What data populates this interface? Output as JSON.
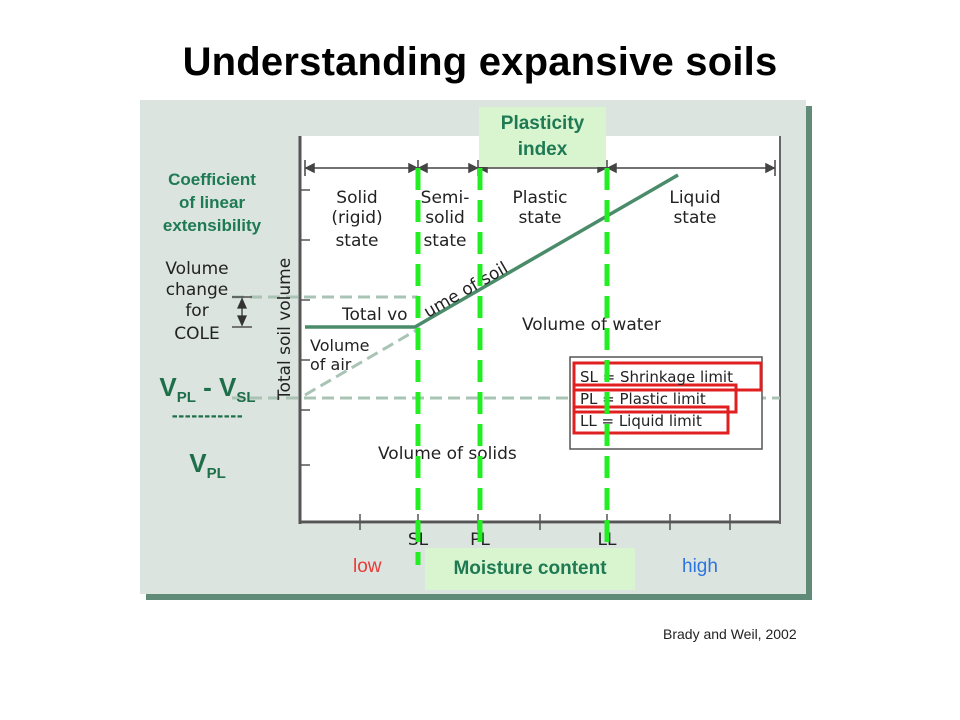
{
  "title": "Understanding expansive soils",
  "cole_label": {
    "line1": "Coefficient",
    "line2": "of linear",
    "line3": "extensibility"
  },
  "formula": {
    "v": "V",
    "pl": "PL",
    "minus": " - ",
    "sl": "SL",
    "dashes": "-----------"
  },
  "plasticity_box": {
    "line1": "Plasticity",
    "line2": "index"
  },
  "moisture_box": "Moisture content",
  "low": "low",
  "high": "high",
  "credit": "Brady and Weil, 2002",
  "figure": {
    "states": [
      {
        "line1": "Solid",
        "line2": "(rigid)",
        "line3": "state"
      },
      {
        "line1": "Semi-",
        "line2": "solid",
        "line3": "state"
      },
      {
        "line1": "Plastic",
        "line2": "state",
        "line3": ""
      },
      {
        "line1": "Liquid",
        "line2": "state",
        "line3": ""
      }
    ],
    "volume_change": {
      "line1": "Volume",
      "line2": "change",
      "line3": "for",
      "line4": "COLE"
    },
    "y_axis": "Total soil volume",
    "total_volume_left": "Total vo",
    "total_volume_curve": "ume of soil",
    "volume_of_air": {
      "line1": "Volume",
      "line2": "of air"
    },
    "volume_of_water": "Volume of water",
    "volume_of_solids": "Volume of solids",
    "legend": [
      "SL = Shrinkage limit",
      "PL = Plastic limit",
      "LL = Liquid limit"
    ],
    "x_ticks": [
      "SL",
      "PL",
      "LL"
    ]
  },
  "colors": {
    "accent_green": "#1e7a52",
    "dashed_limit": "#22ee22",
    "legend_box": "#e02020",
    "curve": "#4a8c6a",
    "guide_dashed": "#a9c4b4",
    "low_text": "#e83a3a",
    "high_text": "#2e74e0"
  }
}
